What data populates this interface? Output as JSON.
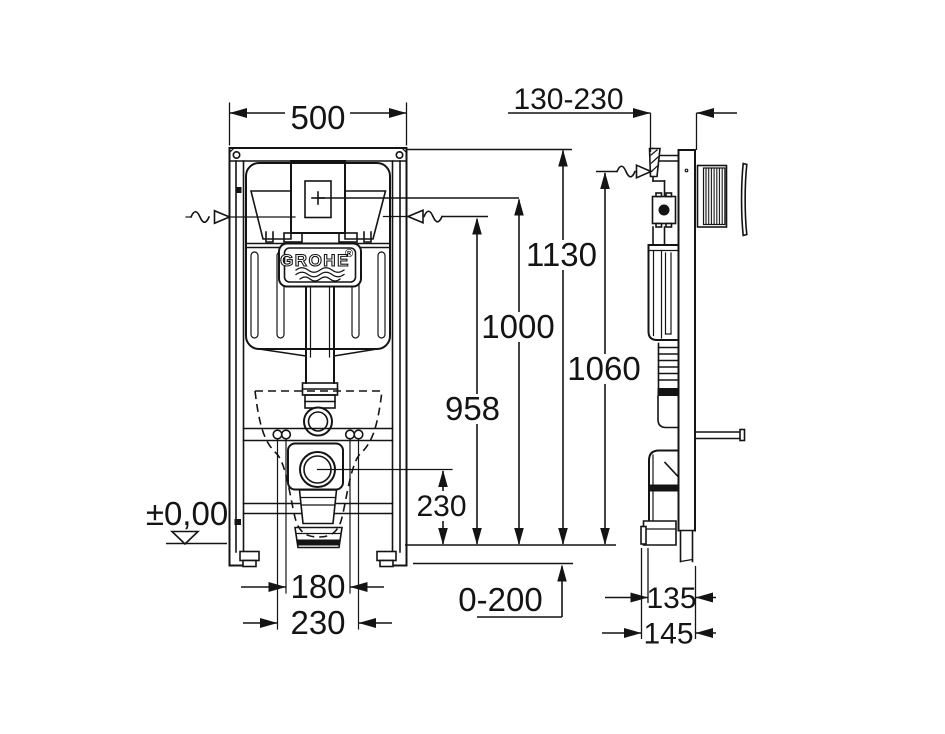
{
  "drawing": {
    "brand": "GROHE",
    "registered": "®",
    "floor_level_label": "±0,00"
  },
  "dimensions": {
    "frame_width": "500",
    "wall_distance_range": "130-230",
    "total_height": "1130",
    "actuator_center_height": "1000",
    "inlet_height": "958",
    "bracket_height": "1060",
    "drain_center_height": "230",
    "bolt_spacing_narrow": "180",
    "bolt_spacing_wide": "230",
    "foot_adjustment_range": "0-200",
    "drain_offset_front": "135",
    "drain_offset_back": "145"
  },
  "colors": {
    "line": "#141414",
    "background": "#ffffff"
  }
}
